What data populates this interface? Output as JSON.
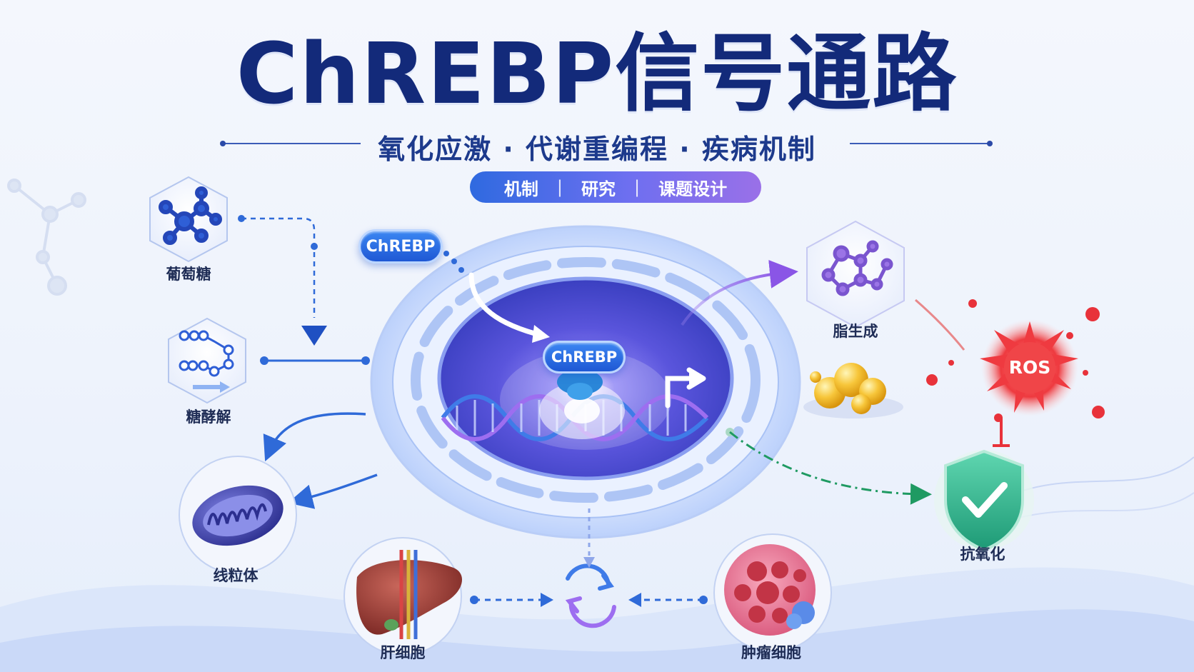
{
  "header": {
    "title": "ChREBP信号通路",
    "subtitle": "氧化应激 · 代谢重编程 · 疾病机制",
    "tags": [
      "机制",
      "研究",
      "课题设计"
    ],
    "tag_separator": "|"
  },
  "center": {
    "outer_chip": "ChREBP",
    "nucleus_chip": "ChREBP"
  },
  "nodes": {
    "glucose": "葡萄糖",
    "glycolysis": "糖酵解",
    "mitochondria": "线粒体",
    "hepatocyte": "肝细胞",
    "tumor_cell": "肿瘤细胞",
    "lipogenesis": "脂生成",
    "antioxidant": "抗氧化",
    "ros": "ROS"
  },
  "colors": {
    "title": "#132a7a",
    "nucleus": "#4f4fd6",
    "arrow_blue": "#2f6ad8",
    "arrow_purple": "#8a63e6",
    "arrow_green": "#1f9a62",
    "ros": "#e8323a",
    "shield": "#2bb38a"
  },
  "icons": [
    "glucose-molecule-icon",
    "glycolysis-chain-icon",
    "mitochondria-icon",
    "liver-icon",
    "tumor-cell-icon",
    "fatty-acid-molecule-icon",
    "lipid-droplets-icon",
    "ros-burst-icon",
    "shield-check-icon",
    "cycle-arrows-icon",
    "dna-helix-icon",
    "transcription-arrow-icon"
  ]
}
